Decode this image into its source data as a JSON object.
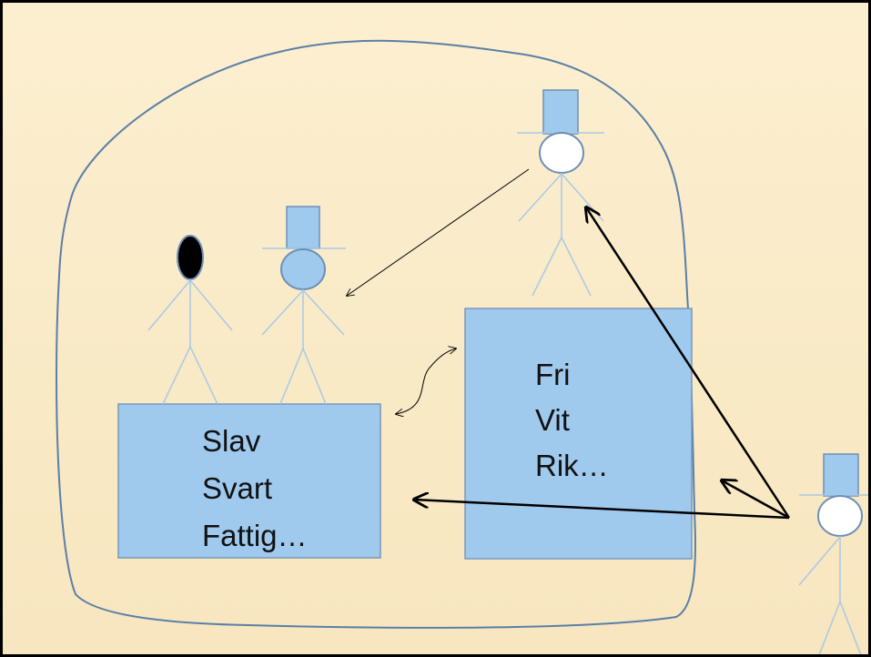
{
  "box_left": {
    "lines": [
      "Slav",
      "Svart",
      "Fattig…"
    ]
  },
  "box_right": {
    "lines": [
      "Fri",
      "Vit",
      "Rik…"
    ]
  },
  "colors": {
    "box_fill": "#9fcaee",
    "box_stroke": "#7898bc",
    "figure_stroke": "#a9c9e6",
    "outline_stroke": "#5a7fa8",
    "arrow": "#000000"
  }
}
